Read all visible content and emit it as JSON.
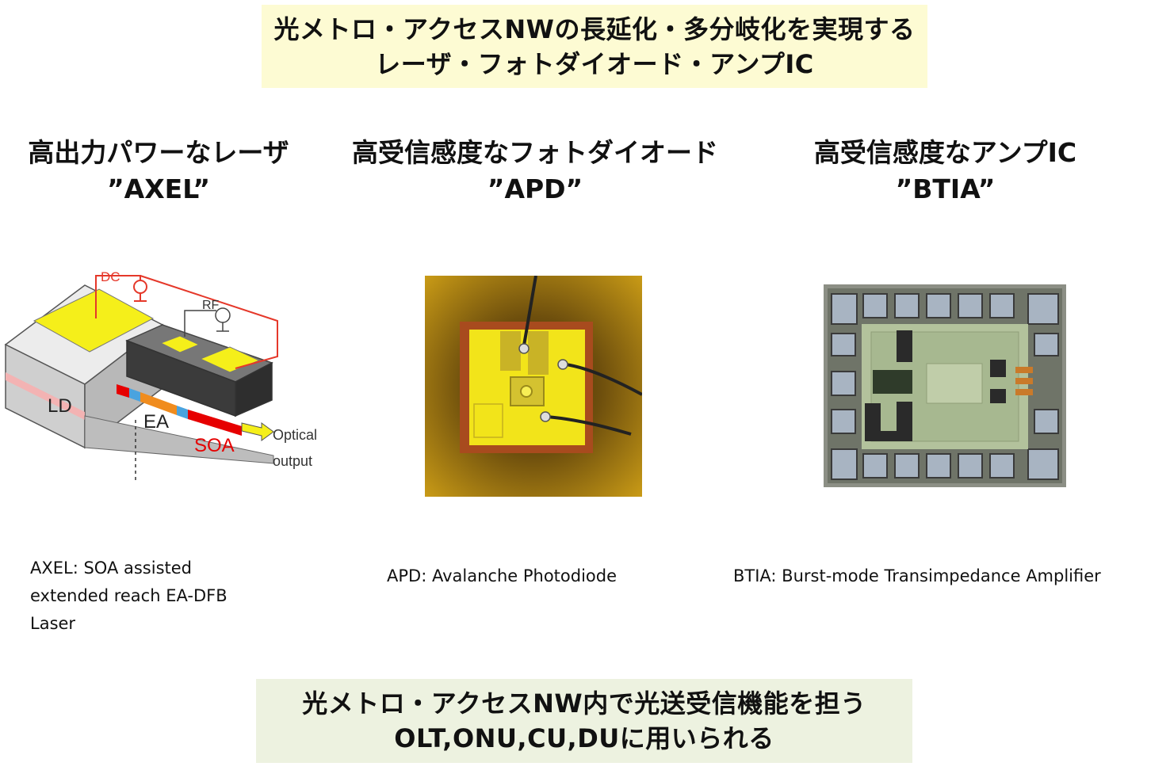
{
  "top_banner": {
    "line1": "光メトロ・アクセスNWの長延化・多分岐化を実現する",
    "line2": "レーザ・フォトダイオード・アンプIC"
  },
  "columns": [
    {
      "heading_line1": "高出力パワーなレーザ",
      "heading_line2": "”AXEL”",
      "caption": "AXEL: SOA assisted extended reach EA-DFB Laser",
      "figure_labels": {
        "dc": "DC",
        "rf": "RF",
        "ld": "LD",
        "ea": "EA",
        "soa": "SOA",
        "optical": "Optical",
        "output": "output"
      }
    },
    {
      "heading_line1": "高受信感度なフォトダイオード",
      "heading_line2": "”APD”",
      "caption": "APD: Avalanche Photodiode"
    },
    {
      "heading_line1": "高受信感度なアンプIC",
      "heading_line2": "”BTIA”",
      "caption": "BTIA: Burst-mode Transimpedance Amplifier"
    }
  ],
  "bottom_banner": {
    "line1": "光メトロ・アクセスNW内で光送受信機能を担う",
    "line2": "OLT,ONU,CU,DUに用いられる"
  },
  "colors": {
    "top_banner_bg": "#fdfbd3",
    "bottom_banner_bg": "#edf2e0",
    "electrode_yellow": "#f5ef1a",
    "circuit_red": "#e5382a",
    "chip_gold": "#d9c728"
  }
}
